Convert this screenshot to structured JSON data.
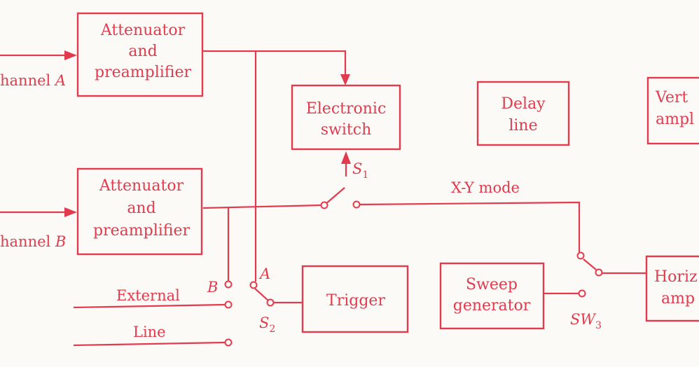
{
  "colors": {
    "ink": "#e23b4e",
    "paper": "#fbfaf7"
  },
  "inputs": {
    "channel_a": {
      "text": "hannel ",
      "letter": "A"
    },
    "channel_b": {
      "text": "hannel ",
      "letter": "B"
    },
    "external": "External",
    "line": "Line"
  },
  "blocks": {
    "atten_a": [
      "Attenuator",
      "and",
      "preamplifier"
    ],
    "atten_b": [
      "Attenuator",
      "and",
      "preamplifier"
    ],
    "electronic_switch": [
      "Electronic",
      "switch"
    ],
    "delay_line": [
      "Delay",
      "line"
    ],
    "vertical_amp": [
      "Vert",
      "ampl"
    ],
    "trigger": "Trigger",
    "sweep": [
      "Sweep",
      "generator"
    ],
    "horizontal_amp": [
      "Horiz",
      "amp"
    ]
  },
  "switch_labels": {
    "s1": {
      "letter": "S",
      "sub": "1"
    },
    "s2": {
      "letter": "S",
      "sub": "2"
    },
    "sw3": {
      "letter": "SW",
      "sub": "3"
    },
    "s2_pos_a": "A",
    "s2_pos_b": "B"
  },
  "mode_label": "X-Y mode"
}
